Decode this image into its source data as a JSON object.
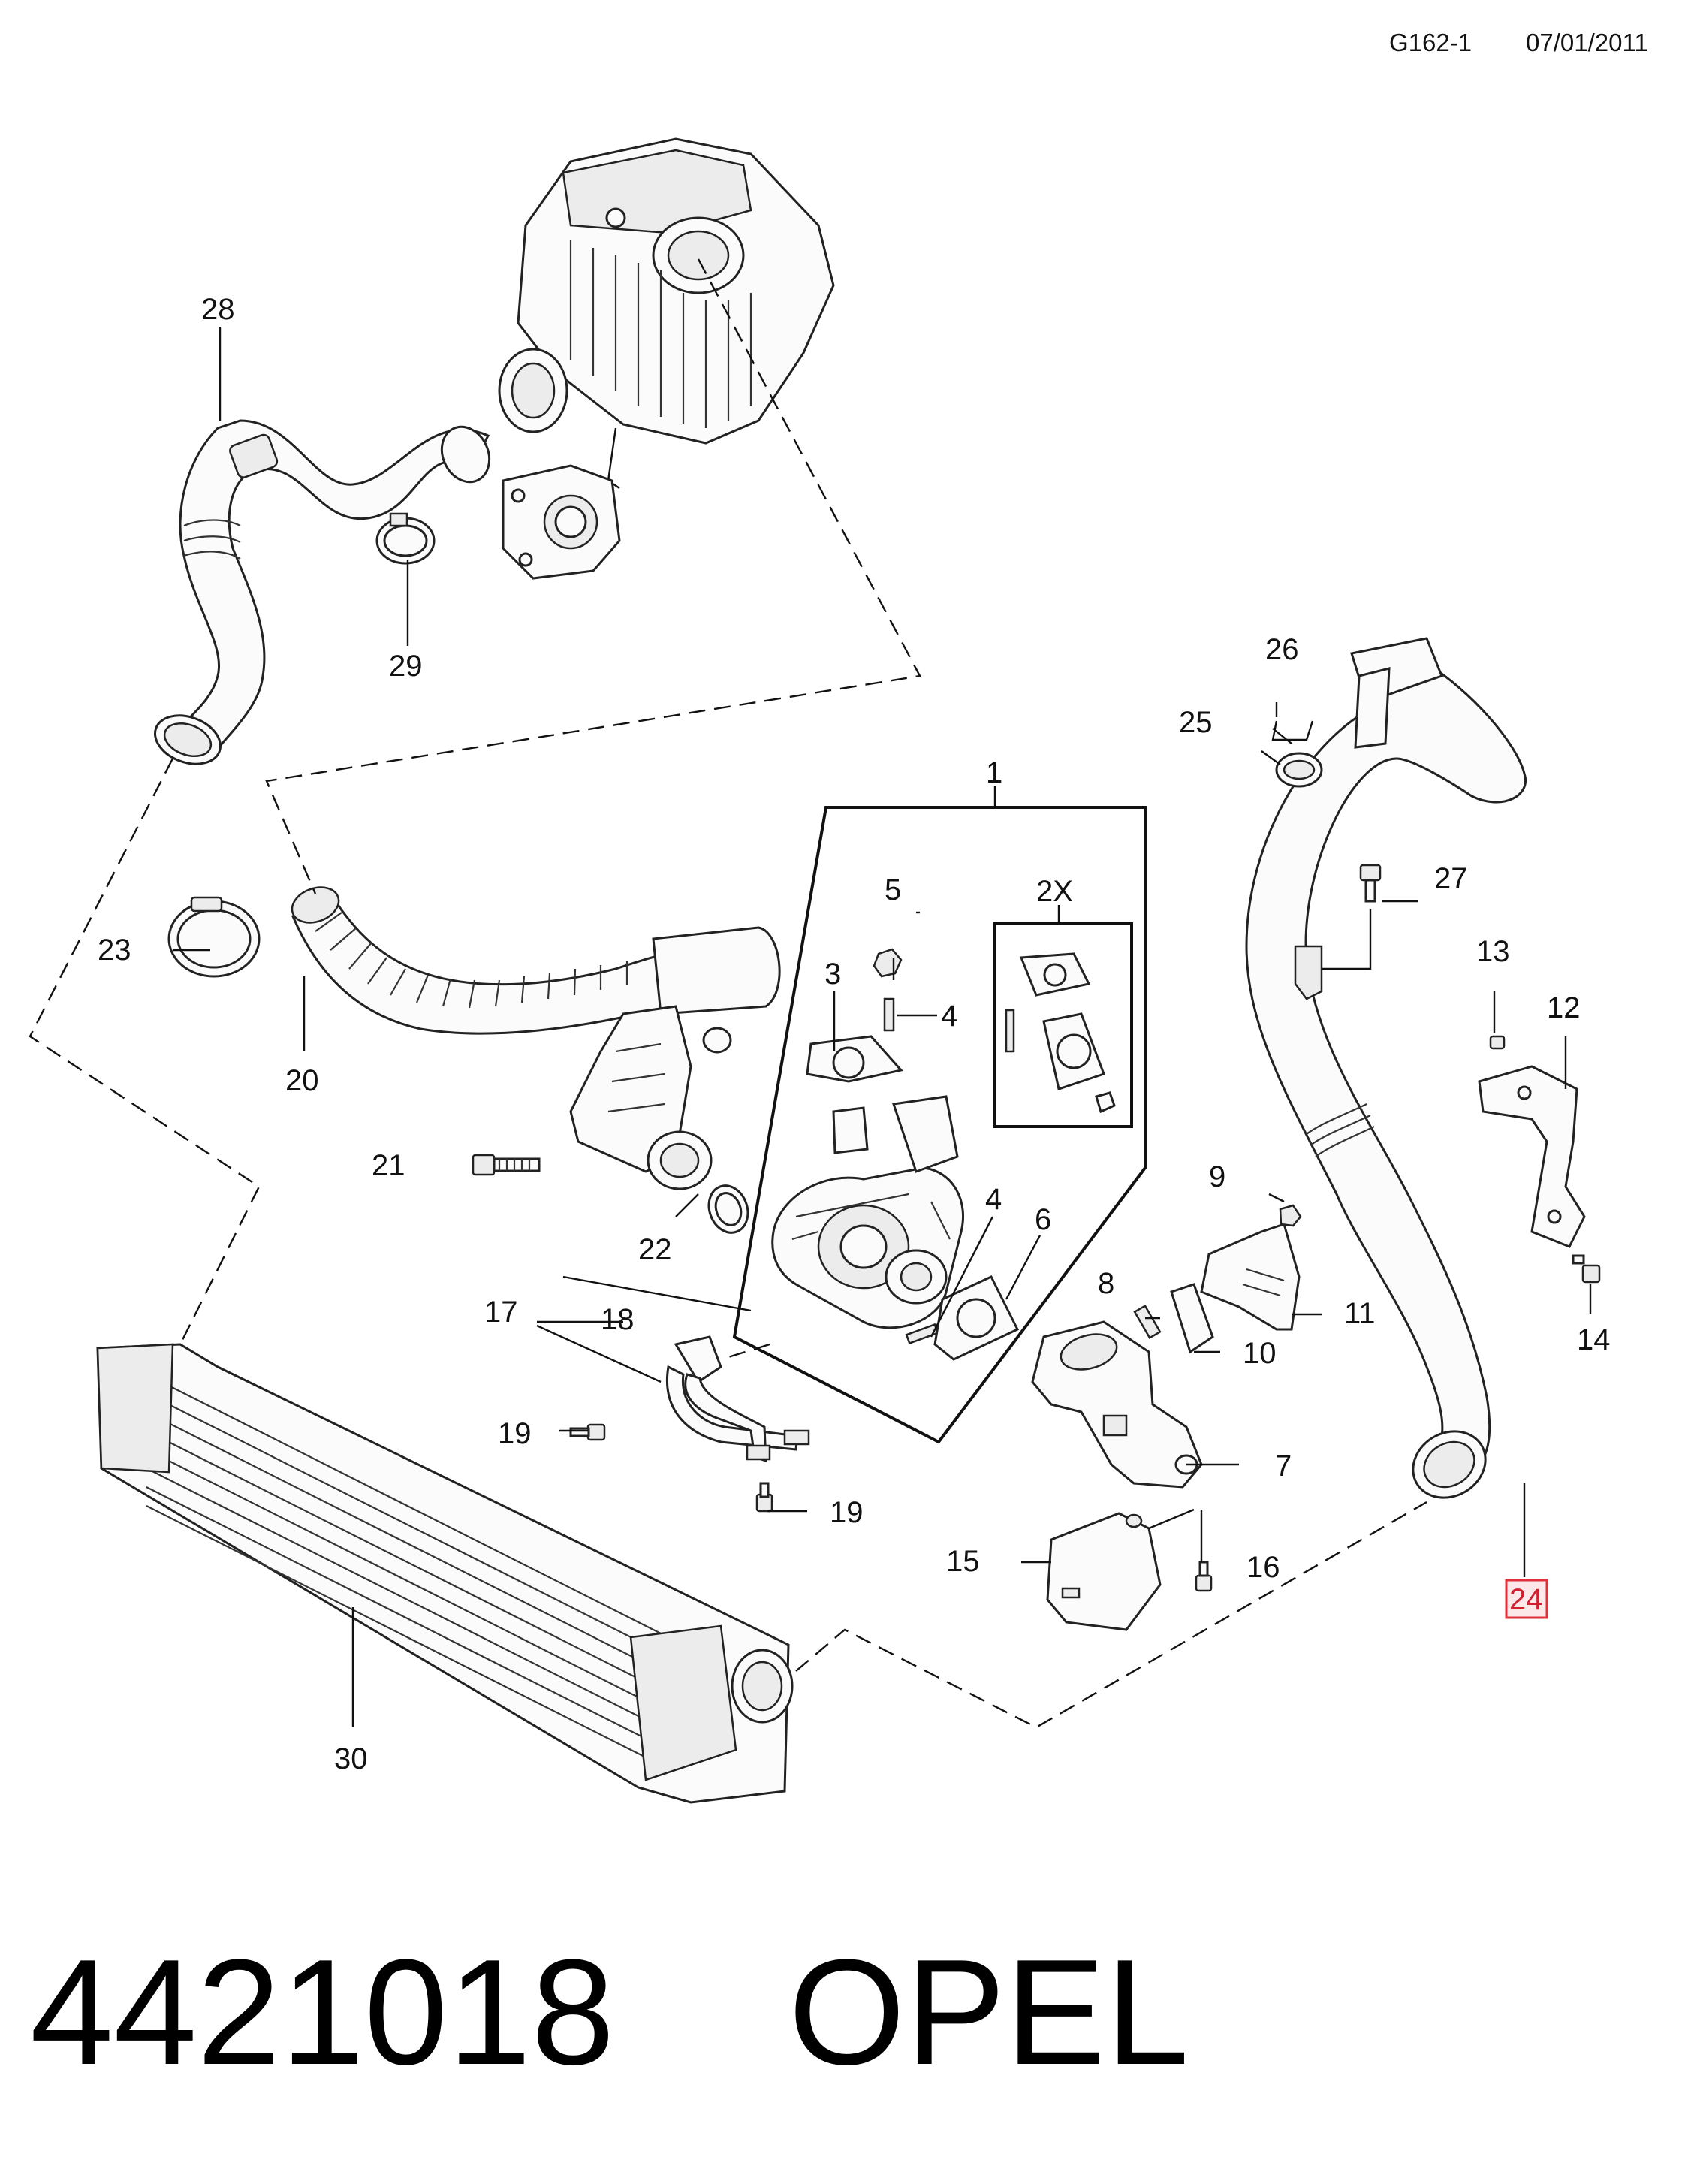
{
  "header": {
    "code": "G162-1",
    "date": "07/01/2011"
  },
  "footer": {
    "part_number": "4421018",
    "brand": "OPEL"
  },
  "callouts": {
    "c1": "1",
    "c2x": "2X",
    "c3": "3",
    "c4a": "4",
    "c4b": "4",
    "c5": "5",
    "c6": "6",
    "c7": "7",
    "c8": "8",
    "c9": "9",
    "c10": "10",
    "c11": "11",
    "c12": "12",
    "c13": "13",
    "c14": "14",
    "c15": "15",
    "c16": "16",
    "c17": "17",
    "c18": "18",
    "c19a": "19",
    "c19b": "19",
    "c20": "20",
    "c21": "21",
    "c22": "22",
    "c23": "23",
    "c24": "24",
    "c25": "25",
    "c26": "26",
    "c27": "27",
    "c28": "28",
    "c29": "29",
    "c30": "30"
  },
  "highlight": {
    "callout": "24",
    "color": "#e0303a"
  }
}
